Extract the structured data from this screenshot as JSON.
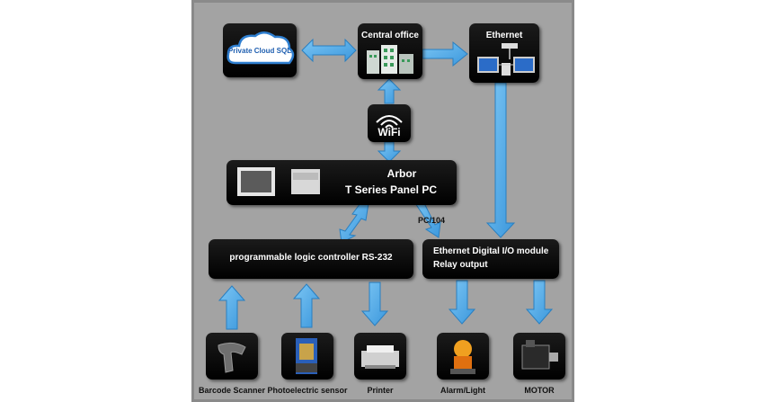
{
  "nodes": {
    "cloud": "Private Cloud SQL",
    "central": "Central office",
    "ethernet": "Ethernet",
    "wifi": "WiFi",
    "arbor_line1": "Arbor",
    "arbor_line2": "T Series Panel PC",
    "plc": "programmable logic controller RS-232",
    "io_line1": "Ethernet Digital I/O module",
    "io_line2": "Relay output"
  },
  "edge_labels": {
    "pc104": "PC/104"
  },
  "devices": {
    "barcode": "Barcode Scanner",
    "photo": "Photoelectric sensor",
    "printer": "Printer",
    "alarm": "Alarm/Light",
    "motor": "MOTOR"
  },
  "colors": {
    "arrow": "#4aa8e8",
    "arrow_stroke": "#2a7fc0",
    "box": "#000000",
    "panel": "#a3a3a3"
  }
}
